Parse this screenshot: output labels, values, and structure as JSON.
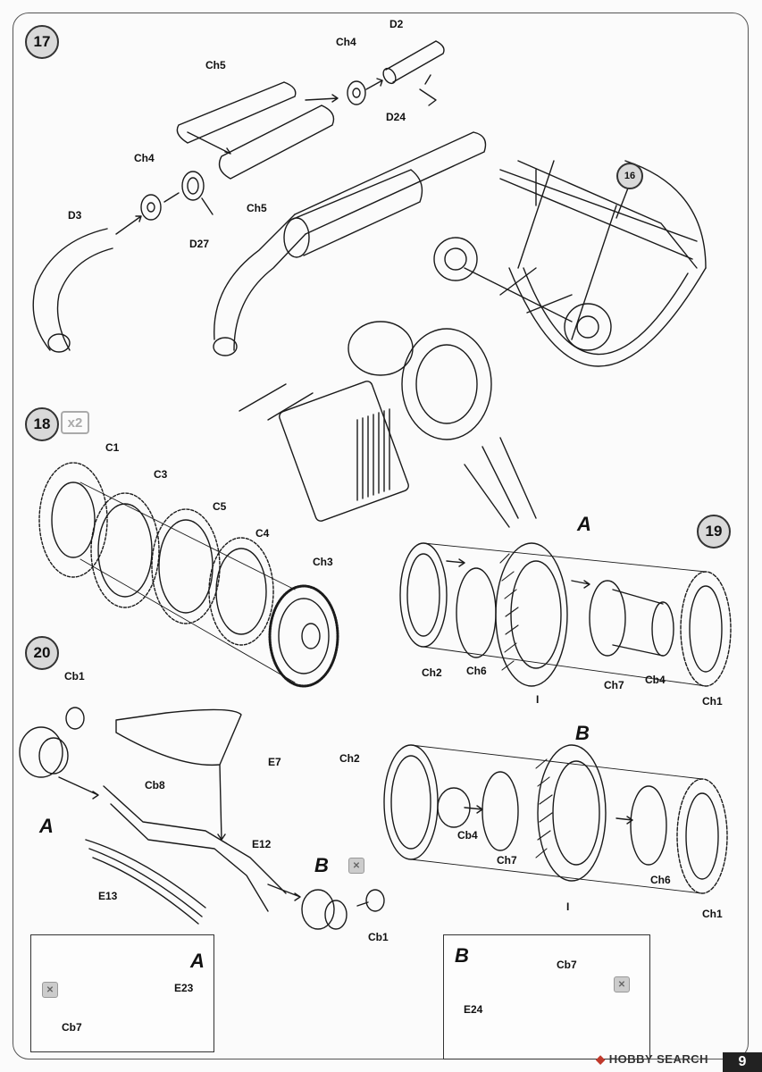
{
  "steps": {
    "s17": "17",
    "s18": "18",
    "s18_qty": "x2",
    "s19": "19",
    "s20": "20",
    "s16_ref": "16"
  },
  "labels17": {
    "d2": "D2",
    "ch4_top": "Ch4",
    "ch5_top": "Ch5",
    "d24": "D24",
    "ch4_mid": "Ch4",
    "ch5_mid": "Ch5",
    "d3": "D3",
    "d27": "D27"
  },
  "labels18": {
    "c1": "C1",
    "c3": "C3",
    "c5": "C5",
    "c4": "C4",
    "ch3": "Ch3"
  },
  "labels19": {
    "a": "A",
    "ch2": "Ch2",
    "ch6": "Ch6",
    "i": "I",
    "ch7": "Ch7",
    "cb4": "Cb4",
    "ch1": "Ch1",
    "b": "B",
    "b_ch2": "Ch2",
    "b_cb4": "Cb4",
    "b_ch7": "Ch7",
    "b_i": "I",
    "b_ch6": "Ch6",
    "b_ch1": "Ch1"
  },
  "labels20": {
    "cb1": "Cb1",
    "e7": "E7",
    "cb8": "Cb8",
    "a": "A",
    "e12": "E12",
    "e13": "E13",
    "b": "B",
    "cb1_b": "Cb1"
  },
  "detailA": {
    "title": "A",
    "e23": "E23",
    "cb7": "Cb7"
  },
  "detailB": {
    "title": "B",
    "cb7": "Cb7",
    "e24": "E24"
  },
  "watermark": {
    "brand": "HOBBY SEARCH",
    "page": "9"
  },
  "colors": {
    "line": "#1a1a1a",
    "step_badge": "#d9d9d9",
    "glue_icon": "#cccccc"
  }
}
